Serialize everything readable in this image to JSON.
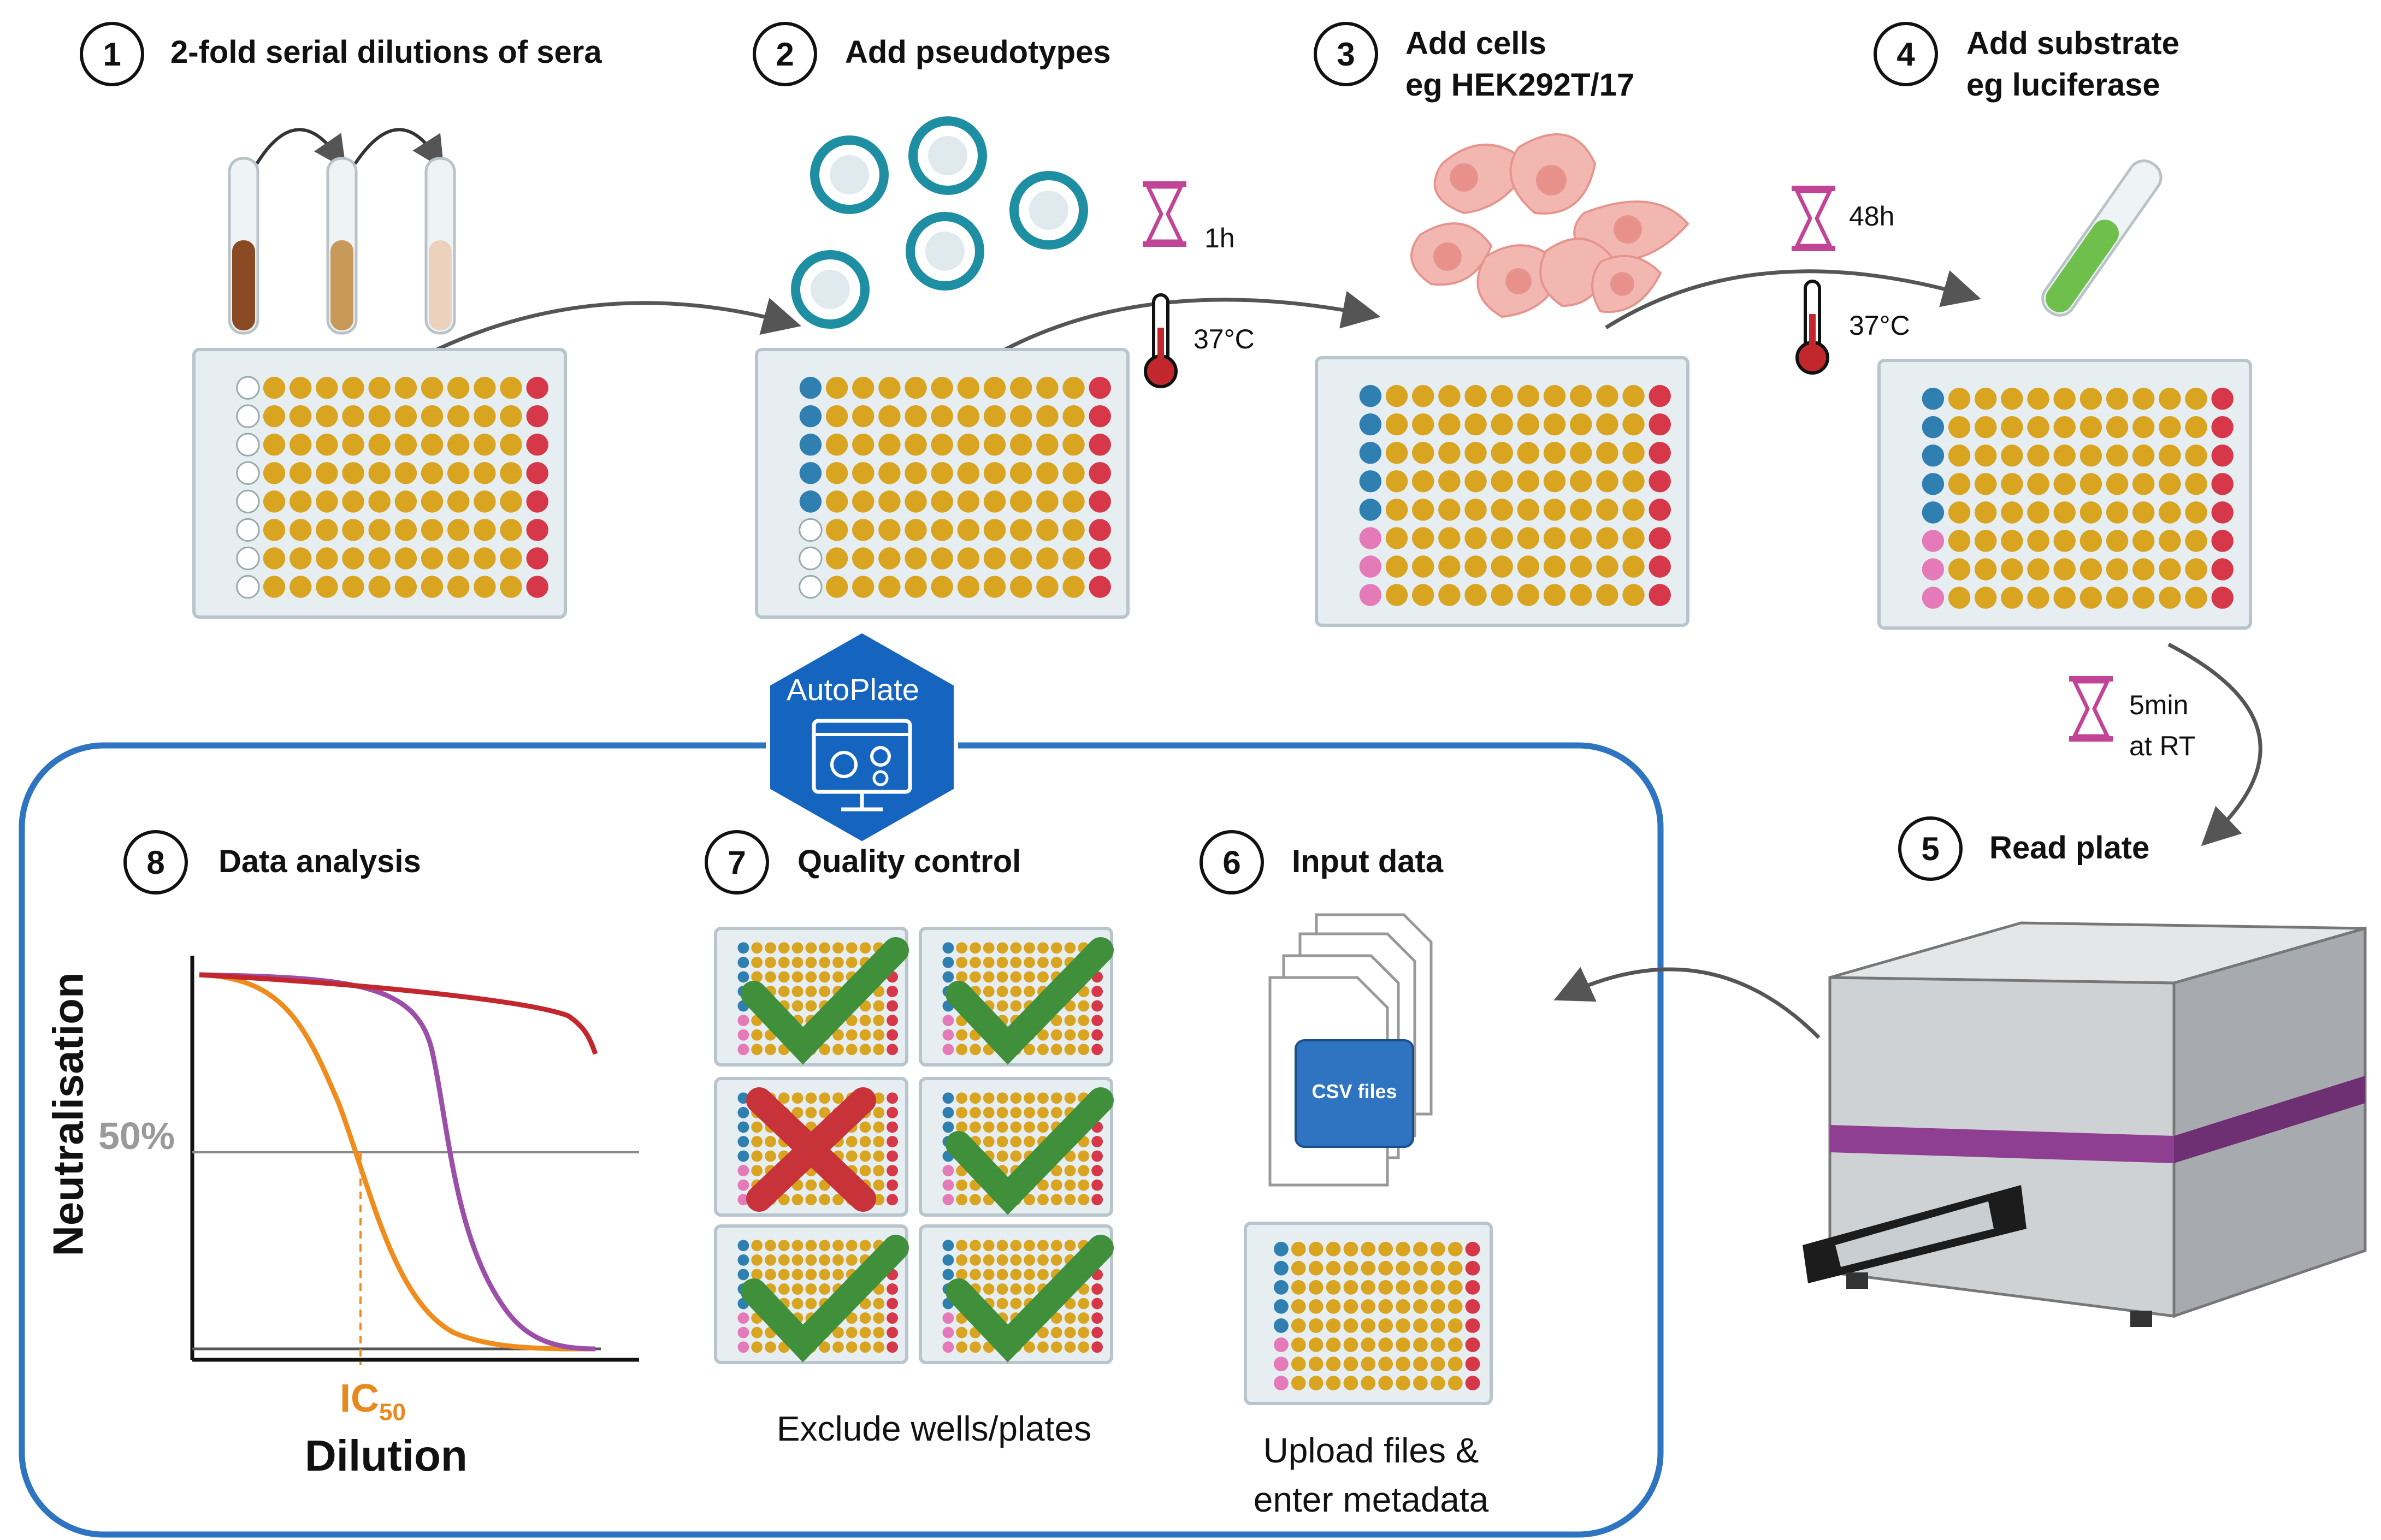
{
  "steps": [
    {
      "number": "1",
      "title": "2-fold serial dilutions of sera"
    },
    {
      "number": "2",
      "title": "Add pseudotypes"
    },
    {
      "number": "3",
      "title": "Add cells",
      "subtitle": "eg HEK292T/17"
    },
    {
      "number": "4",
      "title": "Add substrate",
      "subtitle": "eg luciferase"
    },
    {
      "number": "5",
      "title": "Read plate"
    },
    {
      "number": "6",
      "title": "Input data"
    },
    {
      "number": "7",
      "title": "Quality control"
    },
    {
      "number": "8",
      "title": "Data analysis"
    }
  ],
  "incubations": {
    "time_1": "1h",
    "temp_1": "37°C",
    "time_2": "48h",
    "temp_2": "37°C",
    "time_3_line1": "5min",
    "time_3_line2": "at RT"
  },
  "autoplate": {
    "label": "AutoPlate",
    "color": "#1565c0"
  },
  "input_data": {
    "files_label": "CSV files",
    "caption_line1": "Upload files &",
    "caption_line2": "enter metadata"
  },
  "quality_control": {
    "caption": "Exclude wells/plates",
    "plate_status": [
      "pass",
      "pass",
      "fail",
      "pass",
      "pass",
      "pass"
    ]
  },
  "analysis": {
    "y_label": "Neutralisation",
    "x_label": "Dilution",
    "ref_label": "50%",
    "ic50_main": "IC",
    "ic50_sub": "50"
  },
  "colors": {
    "well_yellow": "#d9a521",
    "well_red": "#d6384a",
    "well_blue": "#2f80b0",
    "well_pink": "#e47ab8",
    "plate": "#e7eef2",
    "curve_orange": "#f08c1c",
    "curve_purple": "#9b4fa8",
    "curve_red": "#c2272d",
    "check": "#3f8f3b",
    "cross": "#c8333a",
    "box_blue": "#2e74c0",
    "hourglass": "#c24497",
    "reader_stripe": "#8e3f91"
  }
}
